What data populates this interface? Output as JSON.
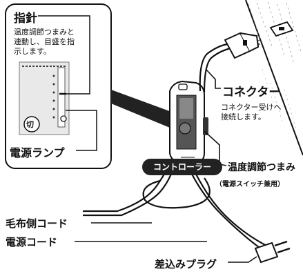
{
  "callout": {
    "title": "指針",
    "description_lines": [
      "温度調節つまみと",
      "連動し、目盛を指",
      "示します。"
    ],
    "switch_mark": "切",
    "power_lamp": "電源ランプ"
  },
  "controller_label": "コントローラー",
  "connector": {
    "label": "コネクター",
    "description_lines": [
      "コネクター受けへ",
      "接続します。"
    ]
  },
  "temp_knob": {
    "label": "温度調節つまみ",
    "note": "（電源スイッチ兼用）"
  },
  "blanket_cord": "毛布側コード",
  "power_cord": "電源コード",
  "plug": "差込みプラグ"
}
